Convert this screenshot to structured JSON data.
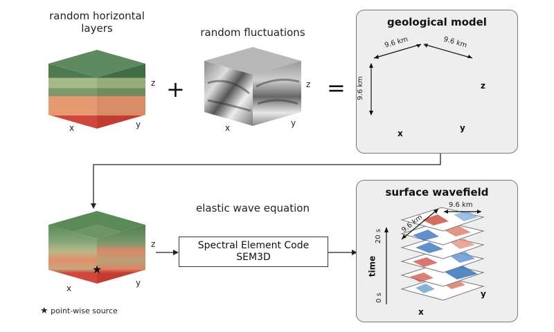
{
  "top": {
    "layers_label_1": "random horizontal",
    "layers_label_2": "layers",
    "fluct_label": "random fluctuations",
    "plus": "+",
    "equals": "=",
    "axis_x": "x",
    "axis_y": "y",
    "axis_z": "z"
  },
  "geo_panel": {
    "title": "geological model",
    "dim_1": "9.6 km",
    "dim_2": "9.6 km",
    "dim_3": "9.6 km",
    "axis_x": "x",
    "axis_y": "y",
    "axis_z": "z"
  },
  "bottom": {
    "wave_eq_label": "elastic wave equation",
    "code_line_1": "Spectral Element Code",
    "code_line_2": "SEM3D",
    "source_legend": "point-wise source",
    "axis_x": "x",
    "axis_y": "y",
    "axis_z": "z"
  },
  "wave_panel": {
    "title": "surface wavefield",
    "dim_1": "9.6 km",
    "dim_2": "9.6 km",
    "time_label": "time",
    "t_start": "0 s",
    "t_end": "20 s",
    "axis_x": "x",
    "axis_y": "y"
  },
  "colors": {
    "layer_dark_green": "#4e7a4f",
    "layer_light_green": "#a7b98a",
    "layer_orange": "#e59a72",
    "layer_red": "#d0463a",
    "panel_bg": "#eeeeee"
  }
}
